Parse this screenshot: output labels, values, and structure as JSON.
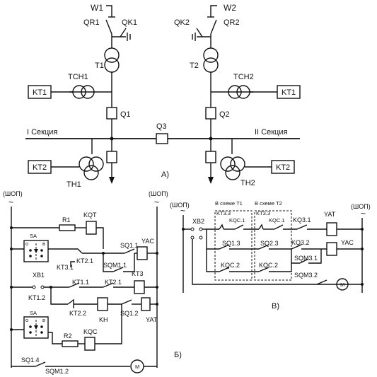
{
  "part_a": {
    "lines": {
      "left": "W1",
      "right": "W2"
    },
    "disconnectors": {
      "left": "QR1",
      "right": "QR2"
    },
    "earthing_switches": {
      "left": "QK1",
      "right": "QK2"
    },
    "power_transformers": {
      "left": "T1",
      "right": "T2"
    },
    "current_transformers": {
      "left": "TCH1",
      "right": "TCH2"
    },
    "protection_relays_top": {
      "left": "KT1",
      "right": "KT1"
    },
    "breakers": {
      "left": "Q1",
      "right": "Q2",
      "sectional": "Q3"
    },
    "sections": {
      "left": "I Секция",
      "right": "II Секция"
    },
    "voltage_transformers": {
      "left": "TH1",
      "right": "TH2"
    },
    "protection_relays_bottom": {
      "left": "KT2",
      "right": "KT2"
    },
    "caption": "А)"
  },
  "part_b": {
    "bus_label_left": "(ШОП)",
    "bus_label_right": "(ШОП)",
    "tilde_left": "~",
    "tilde_right": "~",
    "r1": "R1",
    "kqt": "KQT",
    "sa1": "SA",
    "sa1_ov": "о",
    "sa1_v": "в",
    "kt21": "KT2.1",
    "kt31": "KT3.1",
    "sq11": "SQ1.1",
    "yac": "YAC",
    "sqm11": "SQM1.1",
    "xb1": "XB1",
    "kt11": "KT1.1",
    "kt21b": "KT2.1",
    "kt3": "KT3",
    "kt12": "KT1.2",
    "kt22": "KT2.2",
    "kh": "KH",
    "sq12": "SQ1.2",
    "yat": "YAT",
    "sa2": "SA",
    "sa2_ov": "о",
    "sa2_v": "в",
    "r2": "R2",
    "kqc": "KQC",
    "sq14": "SQ1.4",
    "sqm12": "SQM1.2",
    "motor": "M",
    "caption": "Б)"
  },
  "part_v": {
    "bus_label_left": "(ШОП)",
    "bus_label_right": "(ШОП)",
    "tilde_left": "~",
    "tilde_right": "~",
    "xb2": "XB2",
    "scheme_t1": "В схеме Т1",
    "scheme_t2": "В схеме Т2",
    "kt33a": "KT3.3",
    "kt33b": "KT3.3",
    "kqc1a": "KQC.1",
    "kqc1b": "KQC.1",
    "kq31": "KQ3.1",
    "yat": "YAT",
    "sq13": "SQ1.3",
    "sq23": "SQ2.3",
    "kq32": "KQ3.2",
    "yac": "YAC",
    "sqm31": "SQM3.1",
    "kqc2a": "KQC.2",
    "kqc2b": "KQC.2",
    "sqm32": "SQM3.2",
    "motor": "M",
    "caption": "В)"
  }
}
